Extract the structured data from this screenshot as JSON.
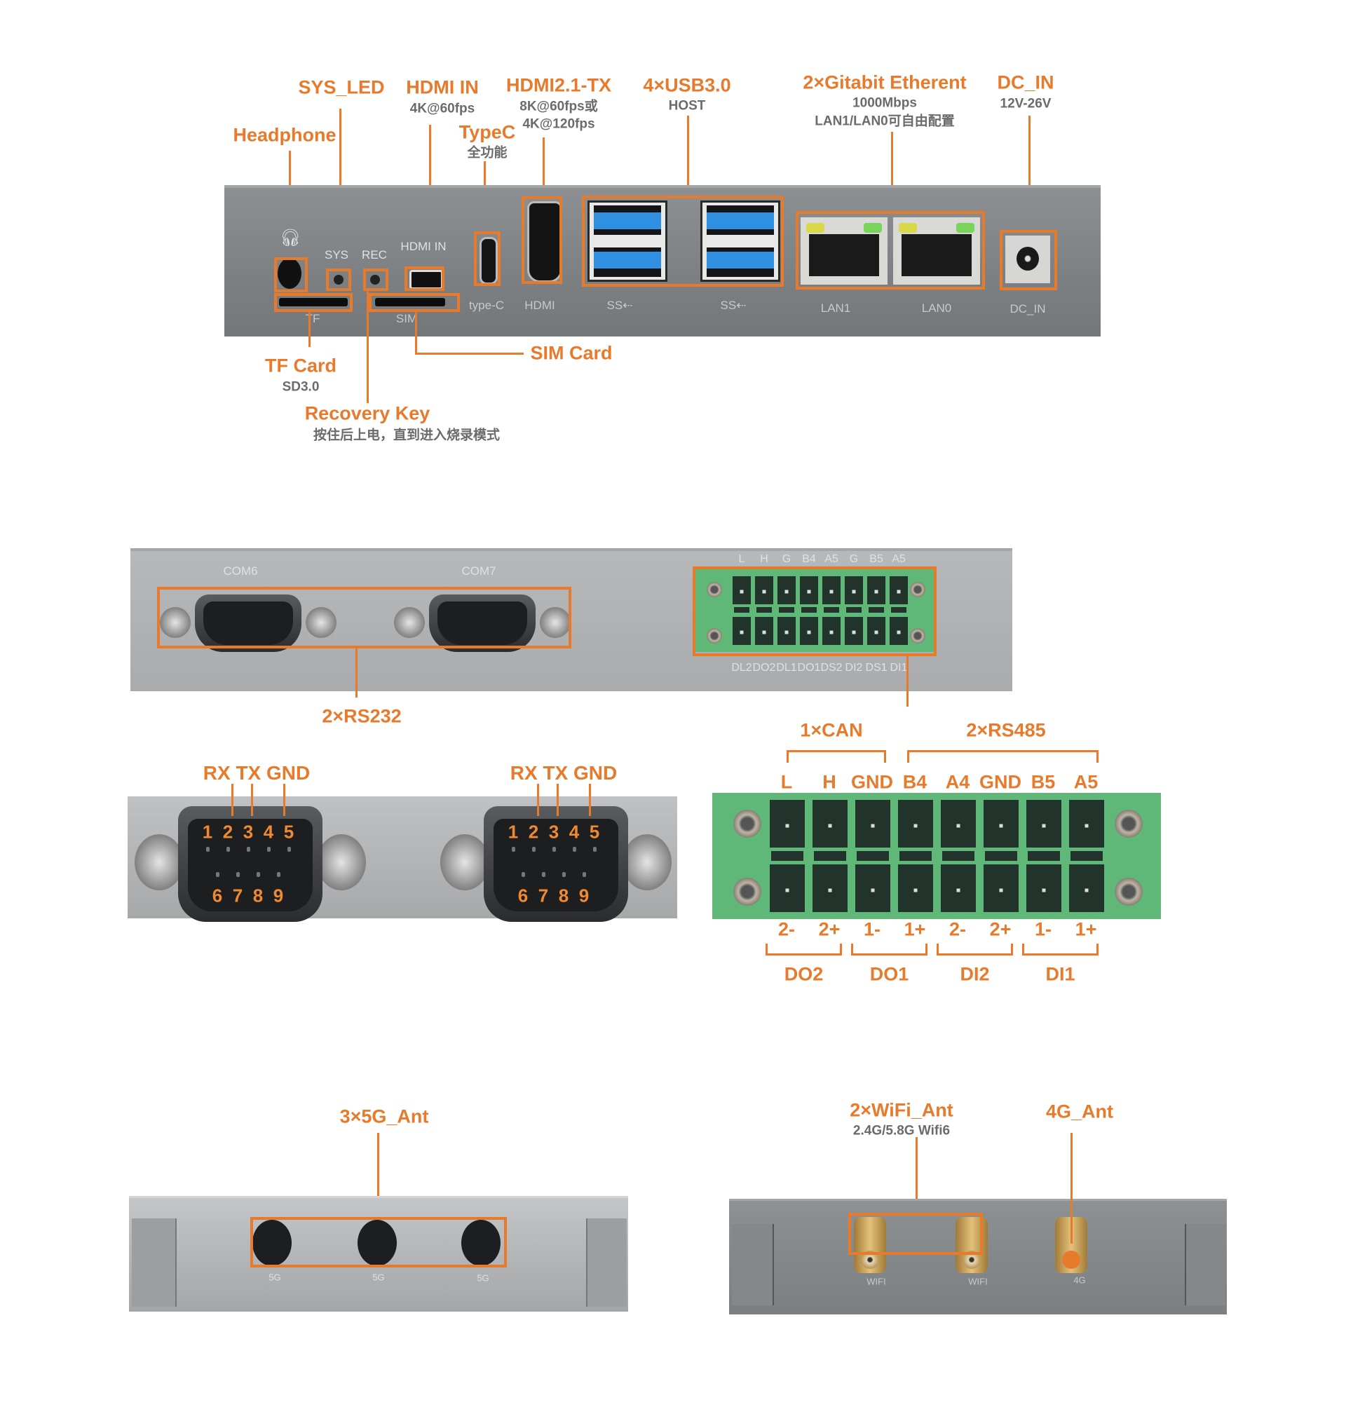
{
  "colors": {
    "accent": "#E87A2C",
    "sublabel": "#6b6b6b",
    "panel_gray": "#7f8285",
    "terminal_green": "#5fb877"
  },
  "io_panel": {
    "callouts": {
      "headphone": "Headphone",
      "sys_led": "SYS_LED",
      "hdmi_in": {
        "title": "HDMI IN",
        "sub": "4K@60fps"
      },
      "hdmi_tx": {
        "title": "HDMI2.1-TX",
        "sub1": "8K@60fps或",
        "sub2": "4K@120fps"
      },
      "typec": {
        "title": "TypeC",
        "sub": "全功能"
      },
      "usb": {
        "title": "4×USB3.0",
        "sub": "HOST"
      },
      "ethernet": {
        "title": "2×Gitabit Etherent",
        "sub1": "1000Mbps",
        "sub2": "LAN1/LAN0可自由配置"
      },
      "dc_in": {
        "title": "DC_IN",
        "sub": "12V-26V"
      },
      "tf_card": {
        "title": "TF Card",
        "sub": "SD3.0"
      },
      "sim_card": "SIM Card",
      "recovery_key": {
        "title": "Recovery Key",
        "sub": "按住后上电，直到进入烧录模式"
      }
    },
    "silkscreen": {
      "sys": "SYS",
      "rec": "REC",
      "hdmi_in": "HDMI IN",
      "tf": "TF",
      "sim": "SIM",
      "typec": "type-C",
      "hdmi": "HDMI",
      "ss1": "SS⇠",
      "ss2": "SS⇠",
      "lan1": "LAN1",
      "lan0": "LAN0",
      "dc_in": "DC_IN"
    }
  },
  "serial_panel": {
    "silkscreen": {
      "com6": "COM6",
      "com7": "COM7"
    },
    "terminal_top": [
      "L",
      "H",
      "G",
      "B4",
      "A5",
      "G",
      "B5",
      "A5"
    ],
    "terminal_bottom": [
      "DL2",
      "DO2",
      "DL1",
      "DO1",
      "DS2",
      "DI2",
      "DS1",
      "DI1"
    ],
    "rs232_label": "2×RS232"
  },
  "db9_detail": {
    "signal_labels": "RX TX GND",
    "top_pins": [
      "1",
      "2",
      "3",
      "4",
      "5"
    ],
    "bottom_pins": [
      "6",
      "7",
      "8",
      "9"
    ]
  },
  "terminal_detail": {
    "can_label": "1×CAN",
    "rs485_label": "2×RS485",
    "top_pins": [
      "L",
      "H",
      "GND",
      "B4",
      "A4",
      "GND",
      "B5",
      "A5"
    ],
    "bottom_pins": [
      "2-",
      "2+",
      "1-",
      "1+",
      "2-",
      "2+",
      "1-",
      "1+"
    ],
    "groups": [
      "DO2",
      "DO1",
      "DI2",
      "DI1"
    ]
  },
  "antenna_5g": {
    "label": "3×5G_Ant",
    "ports": [
      "5G",
      "5G",
      "5G"
    ]
  },
  "antenna_wifi_4g": {
    "wifi_label": "2×WiFi_Ant",
    "wifi_sub": "2.4G/5.8G Wifi6",
    "lte_label": "4G_Ant",
    "ports": [
      "WIFI",
      "WIFI",
      "4G"
    ]
  }
}
